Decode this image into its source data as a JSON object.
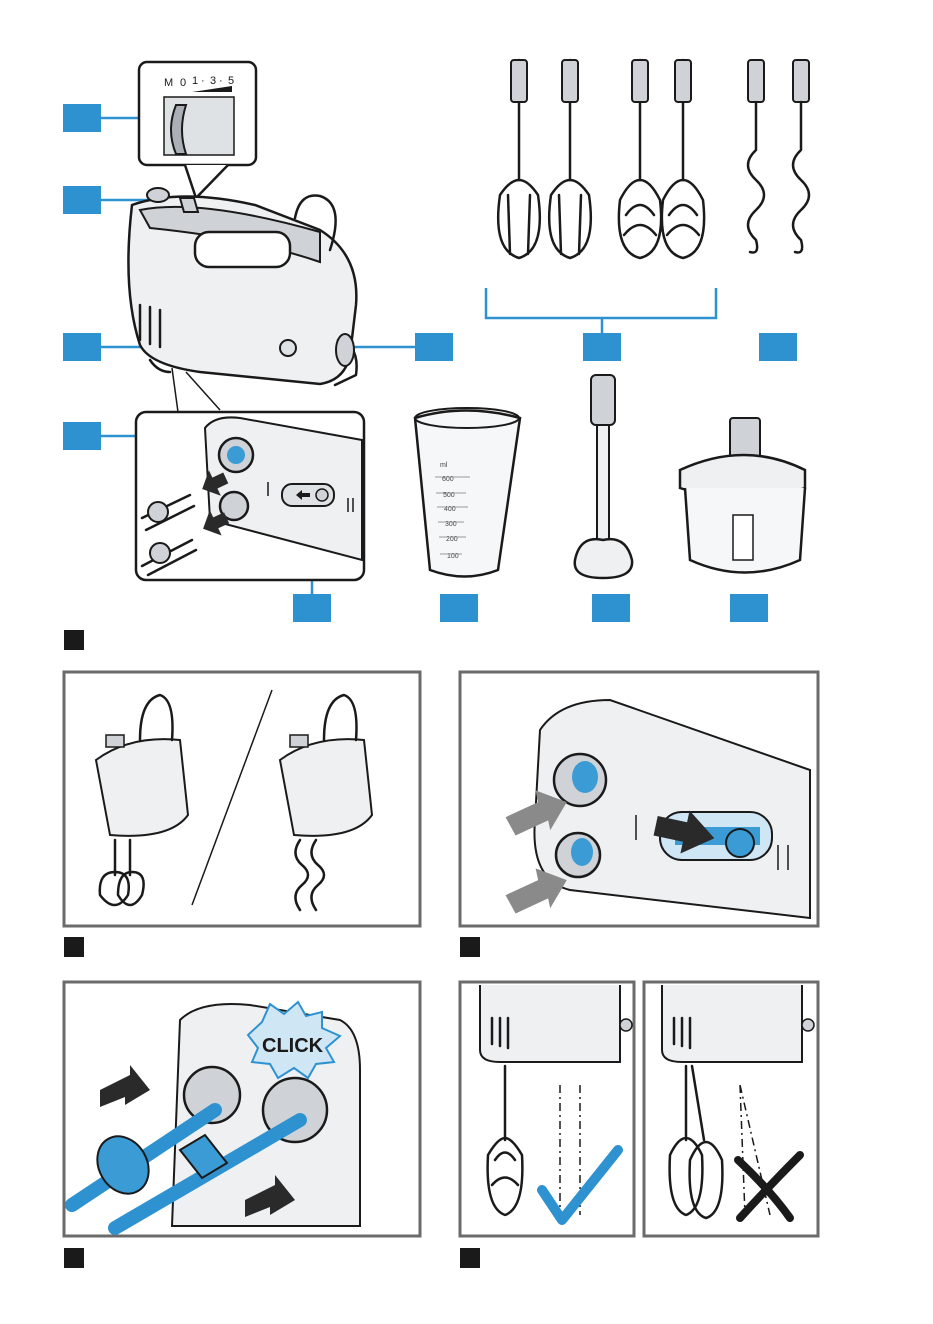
{
  "dial": {
    "scale_label_m": "M",
    "scale_label_0": "0",
    "scale_label_1": "1",
    "scale_dot_1": "·",
    "scale_label_3": "3",
    "scale_dot_2": "·",
    "scale_label_5": "5"
  },
  "jug": {
    "scale_unit": "ml",
    "marks": [
      "600",
      "500",
      "400",
      "300",
      "200",
      "100"
    ]
  },
  "click_burst": {
    "text": "CLICK"
  },
  "colors": {
    "callout_blue": "#2f92d0",
    "accessory_blue": "#3a9bd5",
    "panel_border": "#6b6b6b"
  },
  "icons": {
    "check": "check-mark-icon",
    "cross": "cross-mark-icon"
  }
}
